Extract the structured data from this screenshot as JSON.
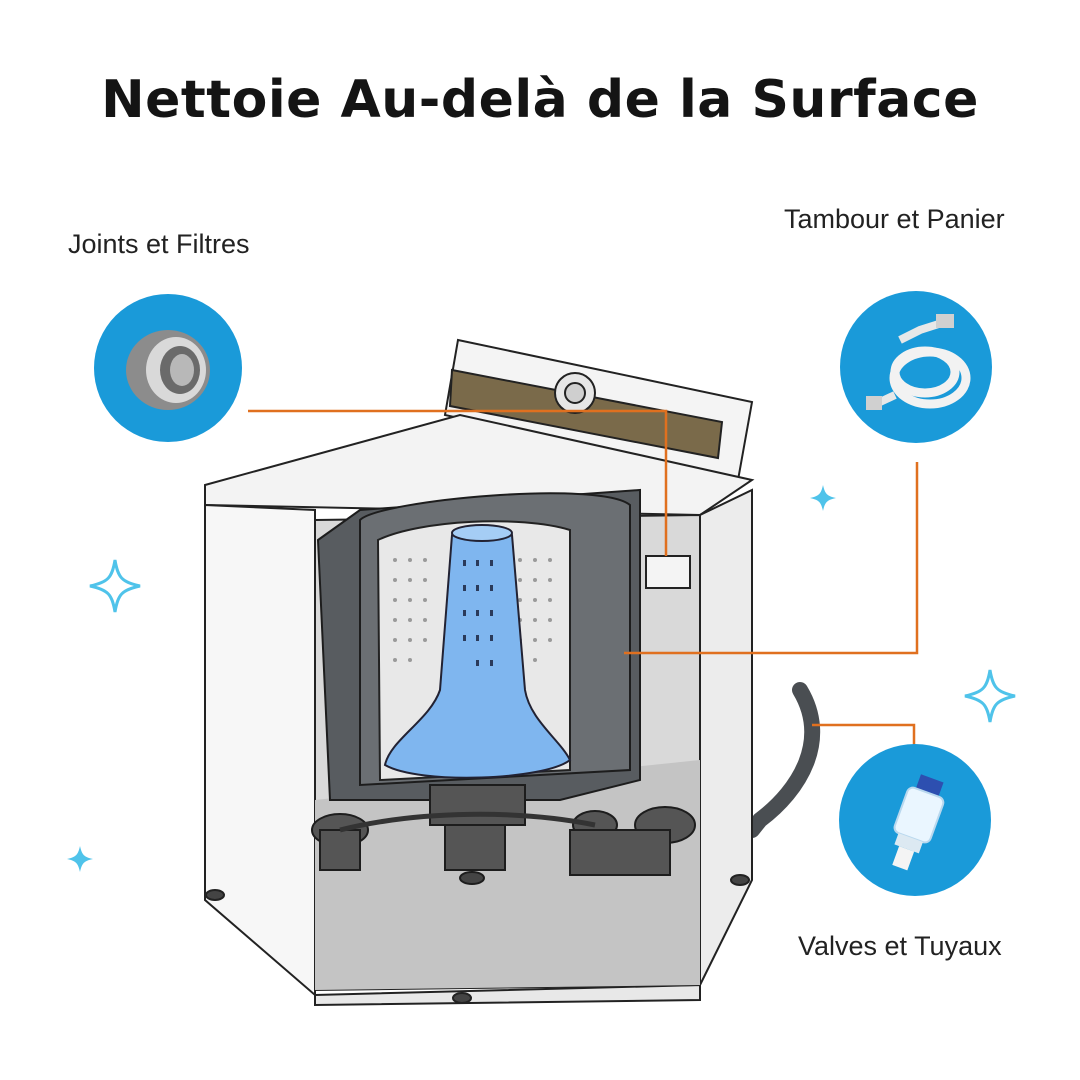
{
  "title": "Nettoie Au-delà de la Surface",
  "labels": {
    "joints": "Joints et Filtres",
    "tambour": "Tambour et Panier",
    "valves": "Valves et Tuyaux"
  },
  "colors": {
    "accent_circle": "#1a9ad9",
    "leader_line": "#e0701f",
    "sparkle": "#4fc3ea",
    "agitator": "#7fb6ef",
    "tub": "#555a5e"
  },
  "icons": [
    "drum-icon",
    "hose-icon",
    "water-filter-icon",
    "sparkle-icon"
  ]
}
